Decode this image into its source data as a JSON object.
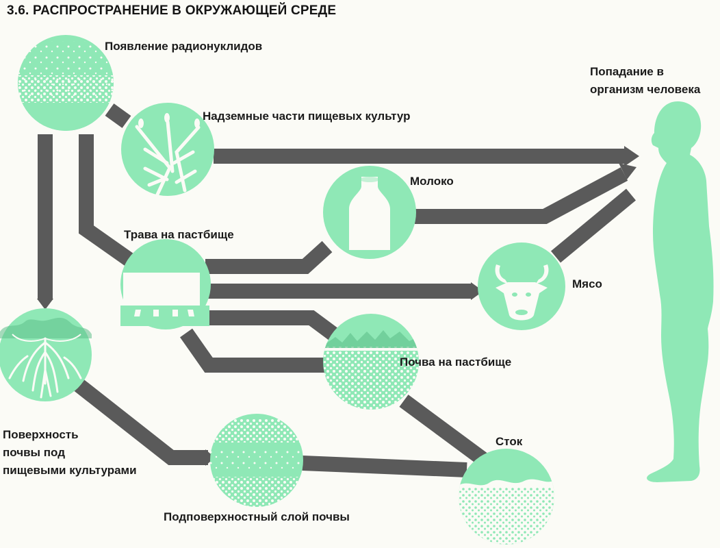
{
  "title": "3.6. РАСПРОСТРАНЕНИЕ В ОКРУЖАЮЩЕЙ СРЕДЕ",
  "colors": {
    "accent": "#8fe8b6",
    "flow": "#5a5a5a",
    "text": "#1a1a1a",
    "background": "#fbfbf6"
  },
  "nodes": {
    "radionuclides": {
      "label": "Появление радионуклидов",
      "icon": "particles-icon"
    },
    "crops": {
      "label": "Надземные части пищевых культур",
      "icon": "wheat-icon"
    },
    "milk": {
      "label": "Молоко",
      "icon": "milk-bottle-icon"
    },
    "pasture_grass": {
      "label": "Трава на пастбище",
      "icon": "cow-icon"
    },
    "meat": {
      "label": "Мясо",
      "icon": "bull-head-icon"
    },
    "crop_soil": {
      "label_lines": [
        "Поверхность",
        "почвы под",
        "пищевыми культурами"
      ],
      "icon": "plant-roots-icon"
    },
    "pasture_soil": {
      "label": "Почва на пастбище",
      "icon": "soil-icon"
    },
    "subsurface": {
      "label": "Подповерхностный слой почвы",
      "icon": "soil-layer-icon"
    },
    "runoff": {
      "label": "Сток",
      "icon": "runoff-icon"
    },
    "human": {
      "label_lines": [
        "Попадание в",
        "организм человека"
      ],
      "icon": "human-silhouette-icon"
    }
  }
}
